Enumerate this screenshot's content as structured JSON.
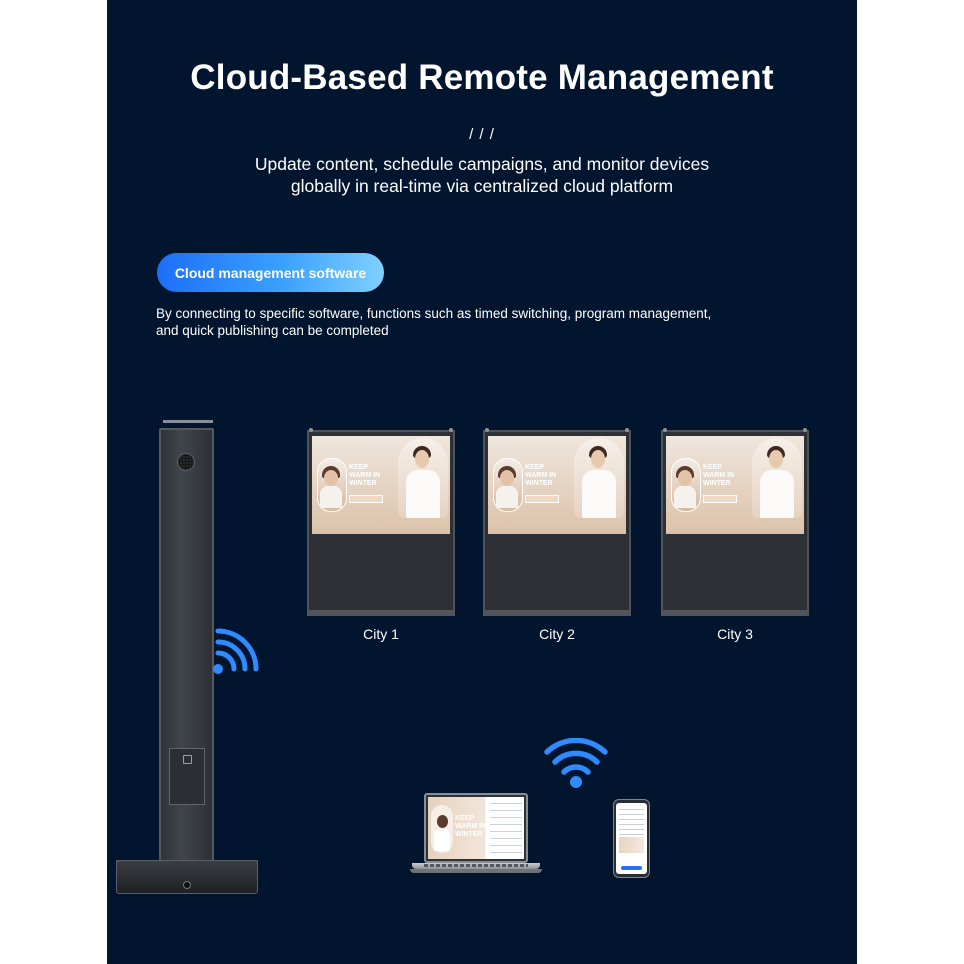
{
  "header": {
    "title": "Cloud-Based Remote Management",
    "divider": "/ / /",
    "subtitle_lines": [
      "Update content, schedule campaigns, and monitor devices",
      "globally in real-time via centralized cloud platform"
    ]
  },
  "feature": {
    "button_label": "Cloud management software",
    "description_lines": [
      "By connecting to specific software, functions such as timed switching, program management,",
      "and quick publishing can be completed"
    ]
  },
  "ad_creative": {
    "headline_lines": [
      "KEEP",
      "WARM IN",
      "WINTER"
    ]
  },
  "laptop_ad": {
    "headline_lines": [
      "KEEP",
      "WARM IN",
      "WINTER"
    ]
  },
  "displays": [
    {
      "label": "City 1"
    },
    {
      "label": "City 2"
    },
    {
      "label": "City 3"
    }
  ],
  "icons": {
    "kiosk_wifi": "wifi-icon",
    "device_wifi": "wifi-icon"
  },
  "colors": {
    "background": "#01152f",
    "accent_start": "#1c6ff6",
    "accent_end": "#7fd0ff",
    "wifi_blue": "#2f8bff"
  }
}
